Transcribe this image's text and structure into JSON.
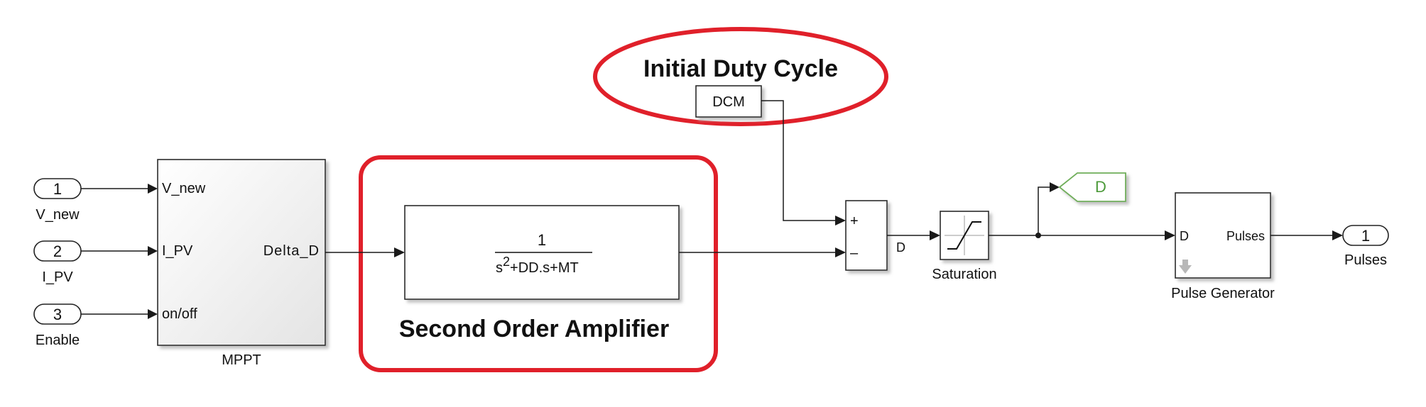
{
  "diagram": {
    "inports": [
      {
        "number": "1",
        "label": "V_new"
      },
      {
        "number": "2",
        "label": "I_PV"
      },
      {
        "number": "3",
        "label": "Enable"
      }
    ],
    "mppt": {
      "name": "MPPT",
      "inputs": [
        "V_new",
        "I_PV",
        "on/off"
      ],
      "output": "Delta_D"
    },
    "transfer_fcn": {
      "numerator": "1",
      "denominator_s": "s",
      "denominator_exp": "2",
      "denominator_rest": "+DD.s+MT"
    },
    "constant": {
      "value": "DCM"
    },
    "sum": {
      "plus": "+",
      "minus": "–",
      "output_label": "D"
    },
    "saturation": {
      "name": "Saturation"
    },
    "goto": {
      "tag": "D"
    },
    "pulse_generator": {
      "name": "Pulse Generator",
      "input": "D",
      "output": "Pulses"
    },
    "outport": {
      "number": "1",
      "label": "Pulses"
    },
    "annotations": {
      "initial_duty_cycle": "Initial Duty Cycle",
      "second_order_amplifier": "Second Order Amplifier"
    },
    "colors": {
      "highlight": "#e0202a",
      "goto_border": "#6fae5a",
      "goto_text": "#4c9a3a",
      "block_shadow": "#c8c8c8",
      "subsystem_gradient_end": "#e4e4e4"
    }
  }
}
